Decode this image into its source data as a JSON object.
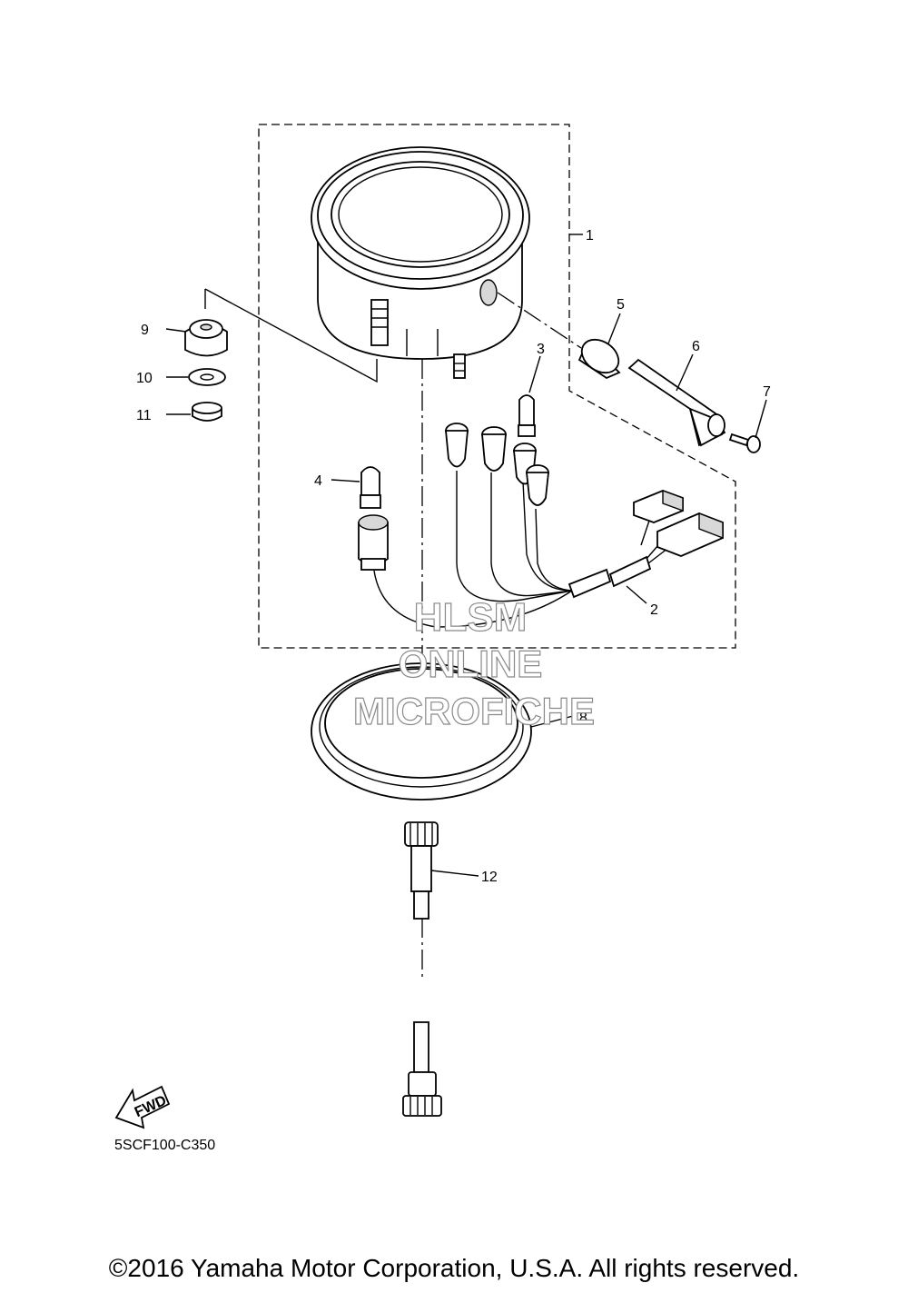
{
  "callouts": {
    "c1": "1",
    "c2": "2",
    "c3": "3",
    "c4": "4",
    "c5": "5",
    "c6": "6",
    "c7": "7",
    "c8": "8",
    "c9": "9",
    "c10": "10",
    "c11": "11",
    "c12": "12"
  },
  "watermark": {
    "line1": "HLSM",
    "line2": "ONLINE",
    "line3": "MICROFICHE"
  },
  "fwd_label": "FWD",
  "diagram_code": "5SCF100-C350",
  "copyright": "©2016 Yamaha Motor Corporation, U.S.A. All rights reserved."
}
